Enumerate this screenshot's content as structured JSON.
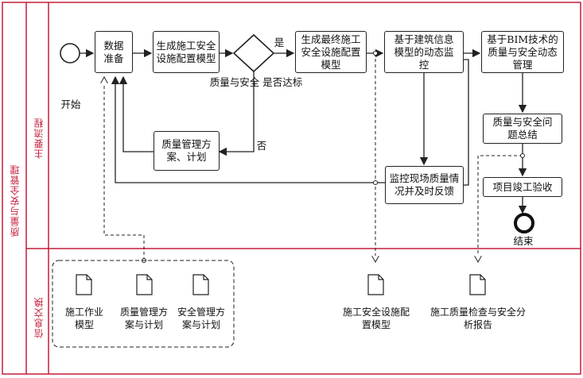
{
  "pool_label": "质量与安全管理",
  "lanes": {
    "main": "主要流程",
    "info": "信息交换"
  },
  "events": {
    "start": "开始",
    "end": "结束"
  },
  "tasks": {
    "data_prep": "数据准备",
    "gen_config_model": "生成施工安全设施配置模型",
    "final_config_model": "生成最终施工安全设施配置模型",
    "dynamic_monitor": "基于建筑信息模型的动态监控",
    "bim_management": "基于BIM技术的质量与安全动态管理",
    "plan": "质量管理方案、计划",
    "summary": "质量与安全问题总结",
    "site_monitor": "监控现场质量情况并及时反馈",
    "completion": "项目竣工验收"
  },
  "gateway": {
    "question": "质量与安全 是否达标",
    "yes": "是",
    "no": "否"
  },
  "documents": {
    "work_model": "施工作业模型",
    "quality_plan": "质量管理方案与计划",
    "safety_plan": "安全管理方案与计划",
    "safety_config_model": "施工安全设施配置模型",
    "inspection_report": "施工质量检查与安全分析报告"
  },
  "colors": {
    "lane_border": "#c41f3b",
    "line": "#222222",
    "text": "#111111"
  }
}
